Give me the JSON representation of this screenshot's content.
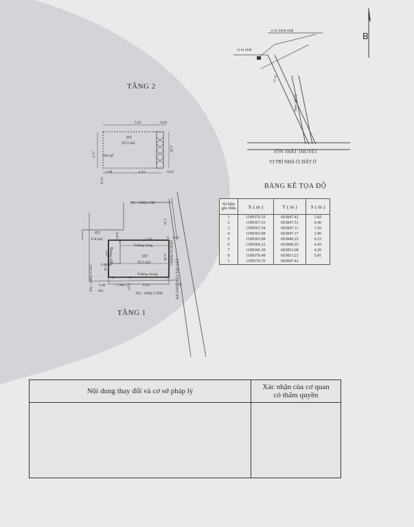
{
  "page": {
    "north_label": "B",
    "floor_2_title": "TẦNG 2",
    "floor_1_title": "TẦNG 1"
  },
  "location_map": {
    "nearest_pos_label": "vị trí kênh nhất",
    "pos_label": "vị trí nhất",
    "alley_label": "hẻm 189 Q",
    "road_label": "11 m",
    "street_label": "TÔN THẤT THUYẾT",
    "caption": "VỊ TRÍ NHÀ Ở, ĐẤT Ở"
  },
  "floor2": {
    "top_dim": "5.81",
    "top_right_dim": "-0.65",
    "area_label": "DT",
    "area_value": "25.3 m2",
    "left_dim": "4.37",
    "right_dim": "4.20",
    "bottom_dim": "4.43",
    "bottom_left_dim": "-1.68",
    "bottom_right_dim": "-0.65",
    "below_dim": "0.23",
    "inner_label": "Sàn gỗ"
  },
  "floor1": {
    "top_label": "NS : 189Q /13D",
    "bottom_label": "NS : 189Q /17EB",
    "left_label": "NS : 189Q /17A/1",
    "side_street": "RA TÔN THẤT THUYẾT",
    "alley_label": "HẺM XI MĂNG",
    "right_dim_top": "1.34",
    "right_dim_mid": "4.20",
    "dim_162": "1.62",
    "dim_184": "1.84",
    "top_dim": "5.81",
    "bottom_dim": "4.43",
    "bottom_left_dim": "-1.68",
    "neg_065": "-0.65",
    "dim_023": "0.23",
    "dim_040_a": "0.40",
    "dim_040_b": "0.40",
    "dim_287": "2.87",
    "dim_156": "1.56",
    "area_label": "DT",
    "area_value": "25.3 m2",
    "outer_area_label": "DT",
    "outer_area_value": "0.4 m2",
    "wall_label_1": "Tường riêng",
    "wall_label_2": "Tường chung",
    "wall_label_3": "Tường riêng",
    "san_label": "sân",
    "pt_1": "1",
    "pt_2": "2",
    "pt_3": "3",
    "pt_4": "4",
    "pt_5": "5",
    "pt_6": "6",
    "pt_7": "7",
    "pt_8": "8"
  },
  "coord_table": {
    "title": "BẢNG KÊ TỌA ĐỘ",
    "headers": [
      "Số hiệu góc thửa",
      "X ( m )",
      "Y ( m )",
      "S ( m )"
    ],
    "rows": [
      [
        "1",
        "1189370.35",
        "603847.42",
        "2.82"
      ],
      [
        "2",
        "1189367.53",
        "603847.51",
        "0.40"
      ],
      [
        "3",
        "1189367.54",
        "603847.11",
        "1.56"
      ],
      [
        "4",
        "1189365.98",
        "603847.17",
        "2.86"
      ],
      [
        "5",
        "1189365.99",
        "603849.25",
        "0.23"
      ],
      [
        "6",
        "1189366.22",
        "603849.25",
        "4.43"
      ],
      [
        "7",
        "1189366.30",
        "603853.68",
        "4.20"
      ],
      [
        "8",
        "1189370.48",
        "603853.23",
        "5.81"
      ],
      [
        "1",
        "1189370.35",
        "603847.42",
        ""
      ]
    ]
  },
  "change_table": {
    "col1": "Nội dung thay đổi và cơ sở pháp lý",
    "col2": "Xác nhận của cơ quan có thẩm quyền"
  }
}
